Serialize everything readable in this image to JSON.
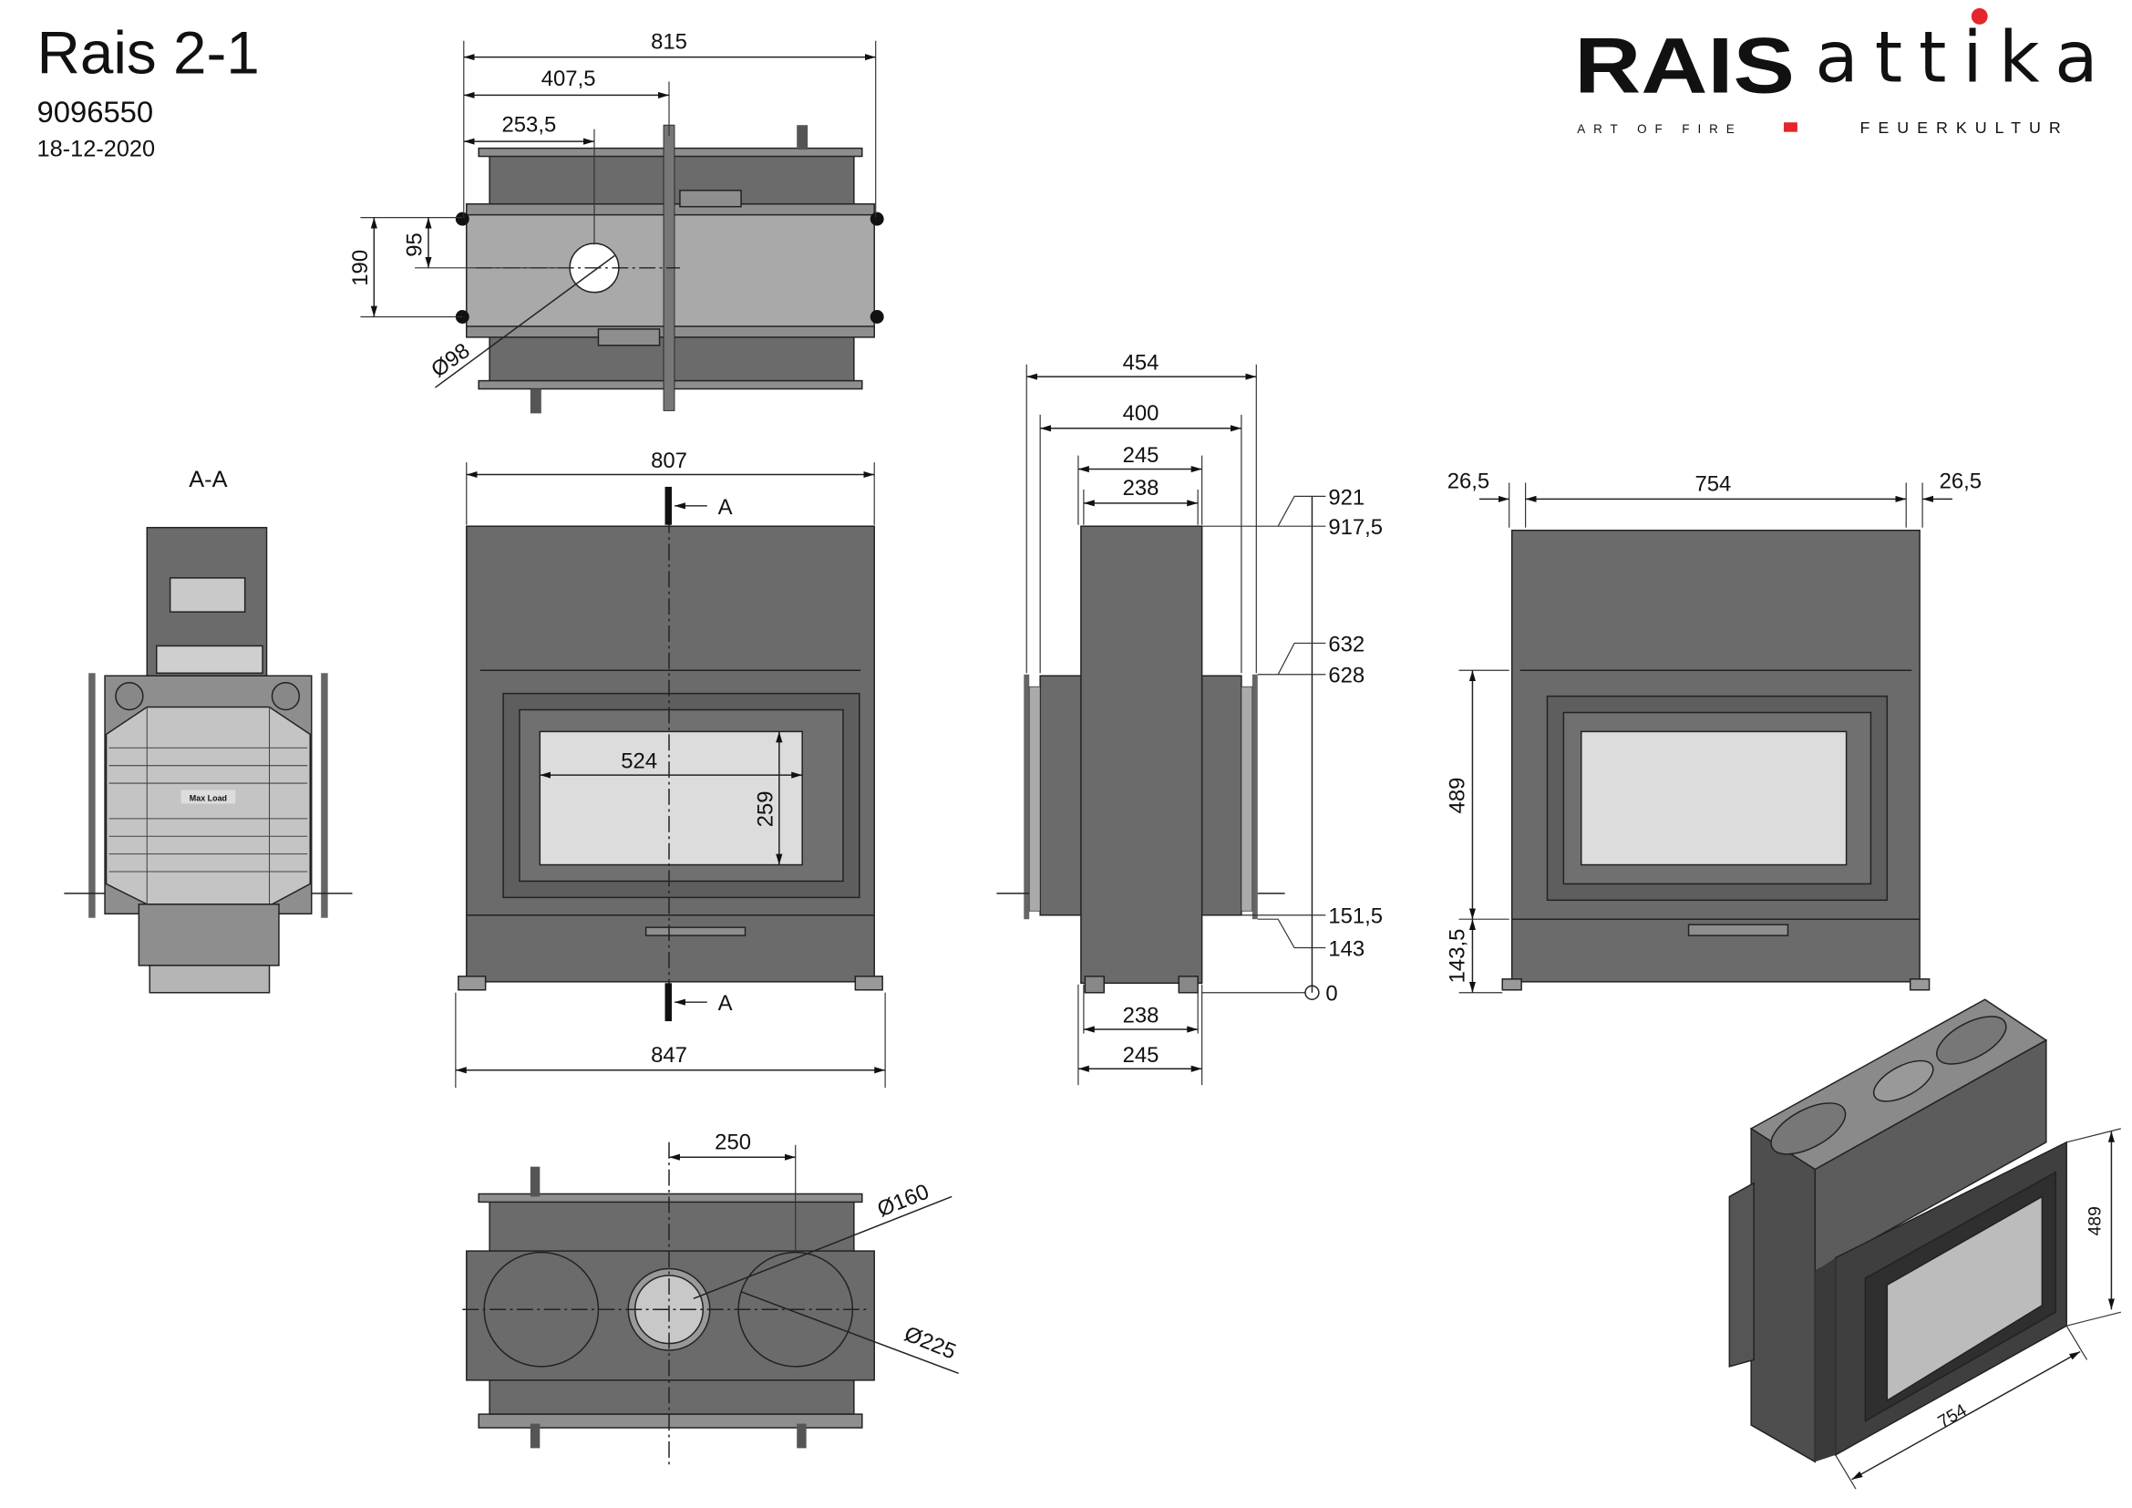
{
  "header": {
    "title": "Rais 2-1",
    "article_number": "9096550",
    "date": "18-12-2020"
  },
  "logo": {
    "brand1": "RAIS",
    "tagline1": "ART OF FIRE",
    "brand2": "attika",
    "tagline2": "FEUERKULTUR",
    "accent_color": "#e3262b"
  },
  "top_view": {
    "dims": {
      "width": "815",
      "half": "407,5",
      "flue_offset": "253,5",
      "depth": "190",
      "flue_depth": "95",
      "flue_diameter": "Ø98"
    }
  },
  "section_view": {
    "label": "A-A",
    "max_load": "Max Load"
  },
  "front_view": {
    "dims": {
      "top_width": "807",
      "bottom_width": "847",
      "glass_width": "524",
      "glass_height": "259"
    },
    "section_marker": "A"
  },
  "side_view": {
    "dims": {
      "w454": "454",
      "w400": "400",
      "w245_top": "245",
      "w238_top": "238",
      "h921": "921",
      "h917_5": "917,5",
      "h632": "632",
      "h628": "628",
      "h151_5": "151,5",
      "h143": "143",
      "h0": "0",
      "w238_bottom": "238",
      "w245_bottom": "245"
    }
  },
  "rear_view": {
    "dims": {
      "left_margin": "26,5",
      "width": "754",
      "right_margin": "26,5",
      "door_height": "489",
      "base_height": "143,5"
    }
  },
  "bottom_view": {
    "dims": {
      "offset": "250",
      "inner_diameter": "Ø160",
      "outer_diameter": "Ø225"
    }
  },
  "iso_view": {
    "dims": {
      "height": "489",
      "width": "754"
    }
  }
}
